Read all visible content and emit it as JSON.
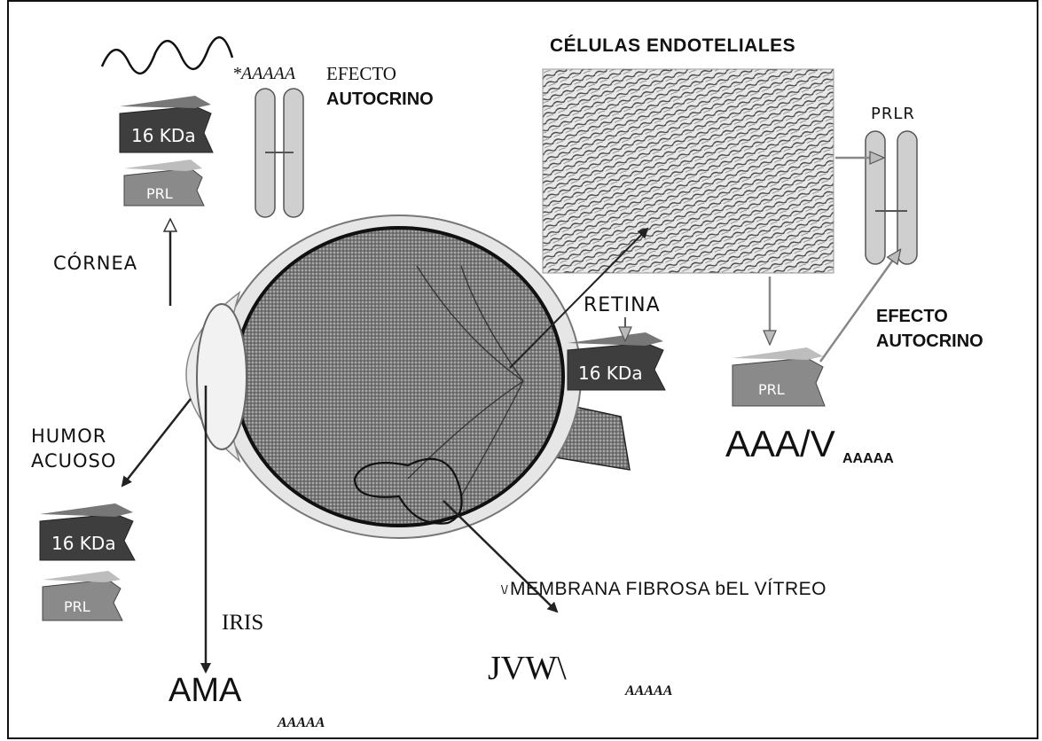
{
  "labels": {
    "cornea": "CÓRNEA",
    "humor_acuoso_1": "HUMOR",
    "humor_acuoso_2": "ACUOSO",
    "iris": "IRIS",
    "retina": "RETINA",
    "celulas": "CÉLULAS ENDOTELIALES",
    "prlr": "PRLR",
    "efecto_top_prefix": "*AAAAA",
    "efecto_top": "EFECTO",
    "autocrino_top": "AUTOCRINO",
    "efecto_right": "EFECTO",
    "autocrino_right": "AUTOCRINO",
    "membrana": "MEMBRANA FIBROSA bEL VÍTREO",
    "membrana_prefix": "\\/",
    "aaav": "AAA/V",
    "aaav_sub": "AAAAA",
    "ama": "AMA",
    "ama_sub": "AAAAA",
    "jvw": "JVW\\",
    "jvw_sub": "AAAAA"
  },
  "chips": {
    "kda": "16 KDa",
    "prl": "PRL"
  },
  "colors": {
    "chip_dark": "#4a4a4a",
    "chip_light": "#9a9a9a",
    "stroke": "#111111"
  }
}
